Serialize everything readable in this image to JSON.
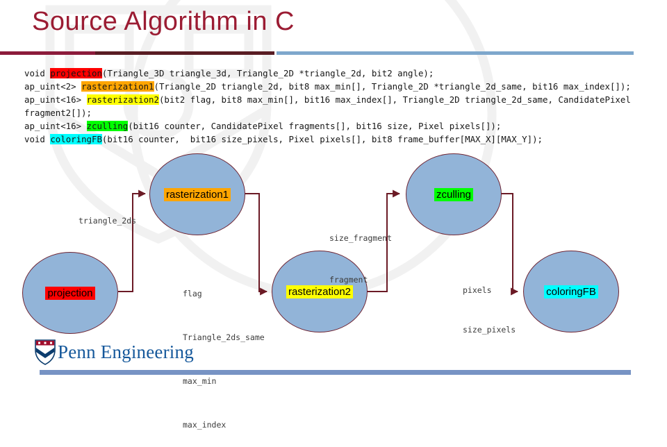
{
  "slide": {
    "title": "Source Algorithm in C",
    "title_color": "#9B1C33"
  },
  "divider": {
    "seg1_color": "#8C1B3B",
    "seg2_color": "#591C23",
    "seg3_color": "#7EA7CC"
  },
  "highlight_colors": {
    "projection": "#FF0000",
    "rasterization1": "#FFA500",
    "rasterization2": "#FFFF00",
    "zculling": "#00FF00",
    "coloringFB": "#00FFFF"
  },
  "code": {
    "lines": [
      [
        {
          "t": "void "
        },
        {
          "t": "projection",
          "hl": "projection"
        },
        {
          "t": "(Triangle_3D triangle_3d, Triangle_2D *triangle_2d, bit2 angle);"
        }
      ],
      [
        {
          "t": "ap_uint<2> "
        },
        {
          "t": "rasterization1",
          "hl": "rasterization1"
        },
        {
          "t": "(Triangle_2D triangle_2d, bit8 max_min[], Triangle_2D *triangle_2d_same, bit16 max_index[]);"
        }
      ],
      [
        {
          "t": "ap_uint<16> "
        },
        {
          "t": "rasterization2",
          "hl": "rasterization2"
        },
        {
          "t": "(bit2 flag, bit8 max_min[], bit16 max_index[], Triangle_2D triangle_2d_same, CandidatePixel"
        }
      ],
      [
        {
          "t": "fragment2[]);"
        }
      ],
      [
        {
          "t": "ap_uint<16> "
        },
        {
          "t": "zculling",
          "hl": "zculling"
        },
        {
          "t": "(bit16 counter, CandidatePixel fragments[], bit16 size, Pixel pixels[]);"
        }
      ],
      [
        {
          "t": "void "
        },
        {
          "t": "coloringFB",
          "hl": "coloringFB"
        },
        {
          "t": "(bit16 counter,  bit16 size_pixels, Pixel pixels[], bit8 frame_buffer[MAX_X][MAX_Y]);"
        }
      ]
    ]
  },
  "diagram": {
    "node_fill": "#92B4D8",
    "node_border": "#6E2433",
    "arrow_color": "#6B1A25",
    "nodes": [
      {
        "label": "projection"
      },
      {
        "label": "rasterization1"
      },
      {
        "label": "rasterization2"
      },
      {
        "label": "zculling"
      },
      {
        "label": "coloringFB"
      }
    ],
    "edge_labels": {
      "projection_to_rasterization1": [
        "triangle_2ds"
      ],
      "rasterization1_to_rasterization2": [
        "flag",
        "Triangle_2ds_same",
        "max_min",
        "max_index"
      ],
      "rasterization2_to_zculling": [
        "size_fragment",
        "fragment"
      ],
      "zculling_to_coloringFB": [
        "pixels",
        "size_pixels"
      ]
    }
  },
  "footer": {
    "logo_text": "Penn Engineering",
    "logo_color": "#15589B",
    "bar_color": "#7793C4"
  }
}
